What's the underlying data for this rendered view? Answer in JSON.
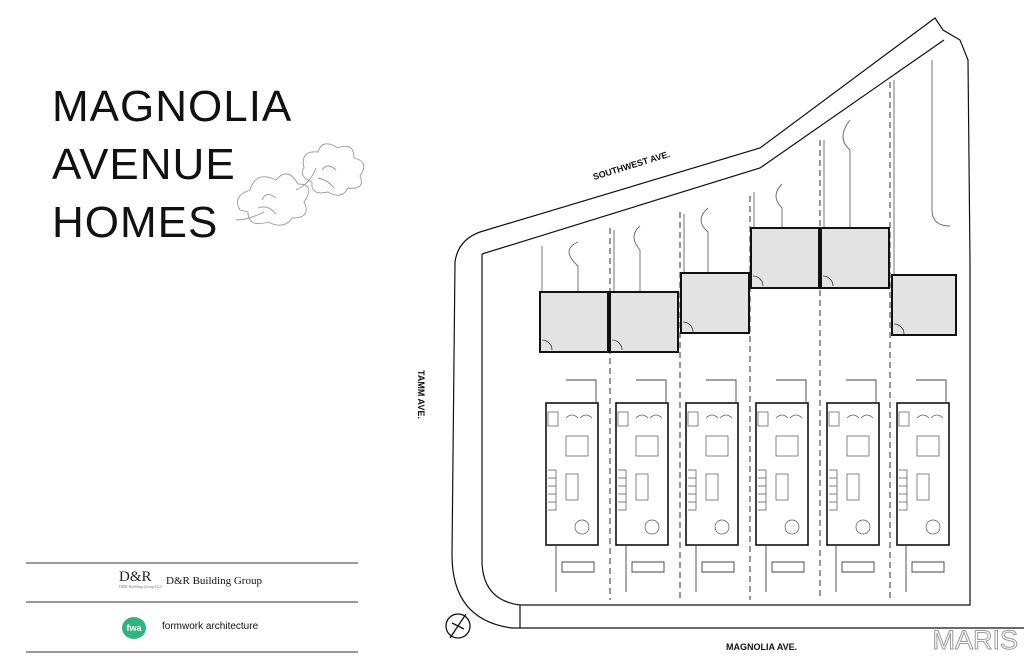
{
  "title_lines": [
    "MAGNOLIA",
    "AVENUE",
    "HOMES"
  ],
  "streets": {
    "southwest": "SOUTHWEST AVE.",
    "tamm": "TAMM AVE.",
    "magnolia": "MAGNOLIA AVE."
  },
  "logos": {
    "dr_mark": "D&R",
    "dr_mark_caption": "D&R Building Group LLC",
    "dr_name": "D&R Building Group",
    "fwa_mark": "fwa",
    "fwa_name": "formwork architecture"
  },
  "watermark": "MARIS",
  "colors": {
    "garage_fill": "#e3e3e3",
    "line": "#111111",
    "fwa_green": "#2fb37f"
  },
  "icons": [
    "magnolia-flower-icon",
    "north-arrow-icon"
  ]
}
